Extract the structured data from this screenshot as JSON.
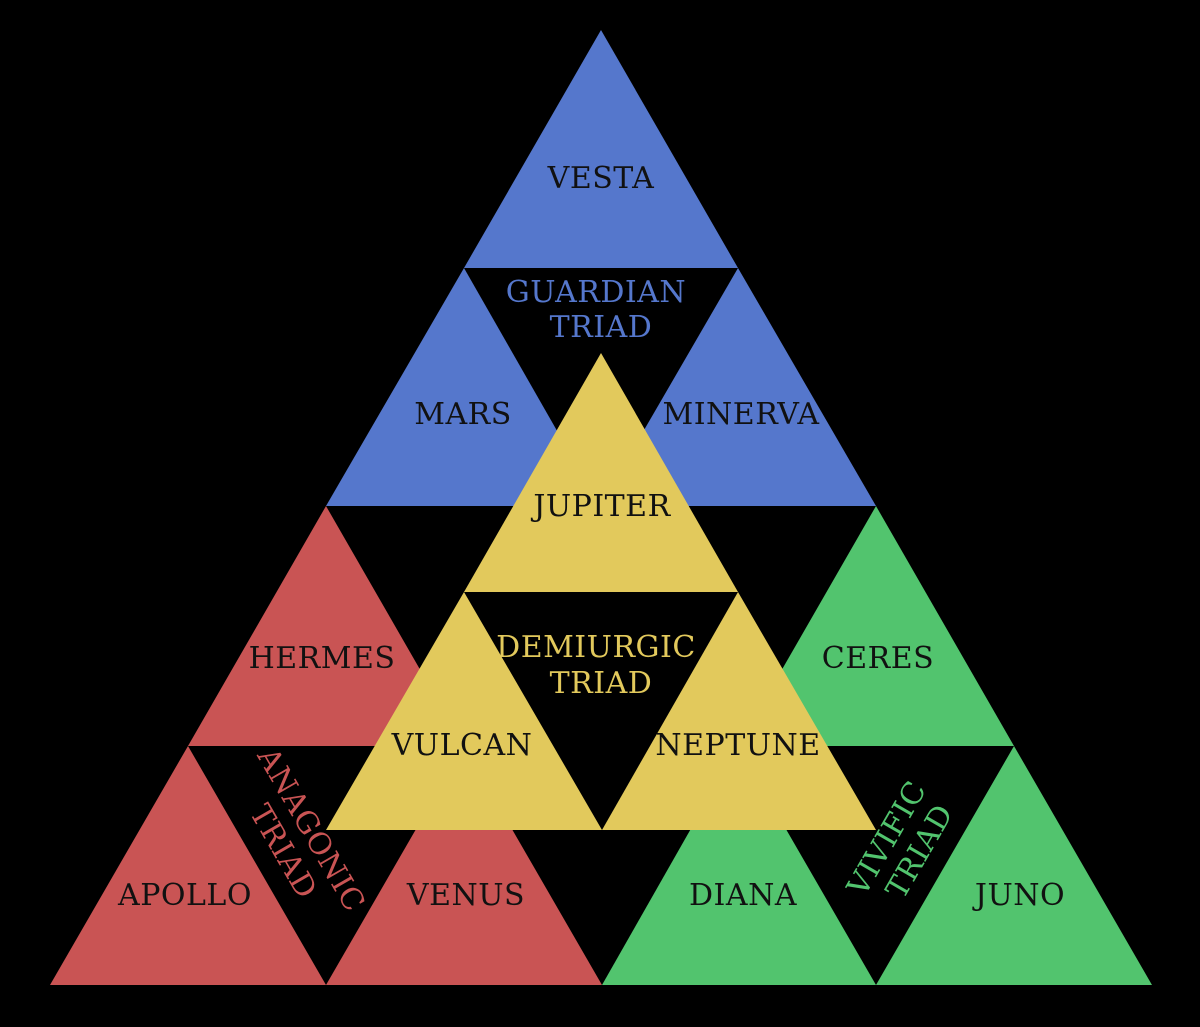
{
  "colors": {
    "background": "#000000",
    "guardian": "#5577cc",
    "demiurgic": "#e2c95c",
    "anagogic": "#c95454",
    "vivific": "#52c46e",
    "god_text": "#111111"
  },
  "guardian": {
    "triad_line1": "GUARDIAN",
    "triad_line2": "TRIAD",
    "gods": {
      "top": "VESTA",
      "left": "MARS",
      "right": "MINERVA"
    }
  },
  "demiurgic": {
    "triad_line1": "DEMIURGIC",
    "triad_line2": "TRIAD",
    "gods": {
      "top": "JUPITER",
      "left": "VULCAN",
      "right": "NEPTUNE"
    }
  },
  "anagogic": {
    "triad_line1": "ANAGONIC",
    "triad_line2": "TRIAD",
    "gods": {
      "top": "HERMES",
      "left": "APOLLO",
      "right": "VENUS"
    }
  },
  "vivific": {
    "triad_line1": "VIVIFIC",
    "triad_line2": "TRIAD",
    "gods": {
      "top": "CERES",
      "left": "DIANA",
      "right": "JUNO"
    }
  }
}
